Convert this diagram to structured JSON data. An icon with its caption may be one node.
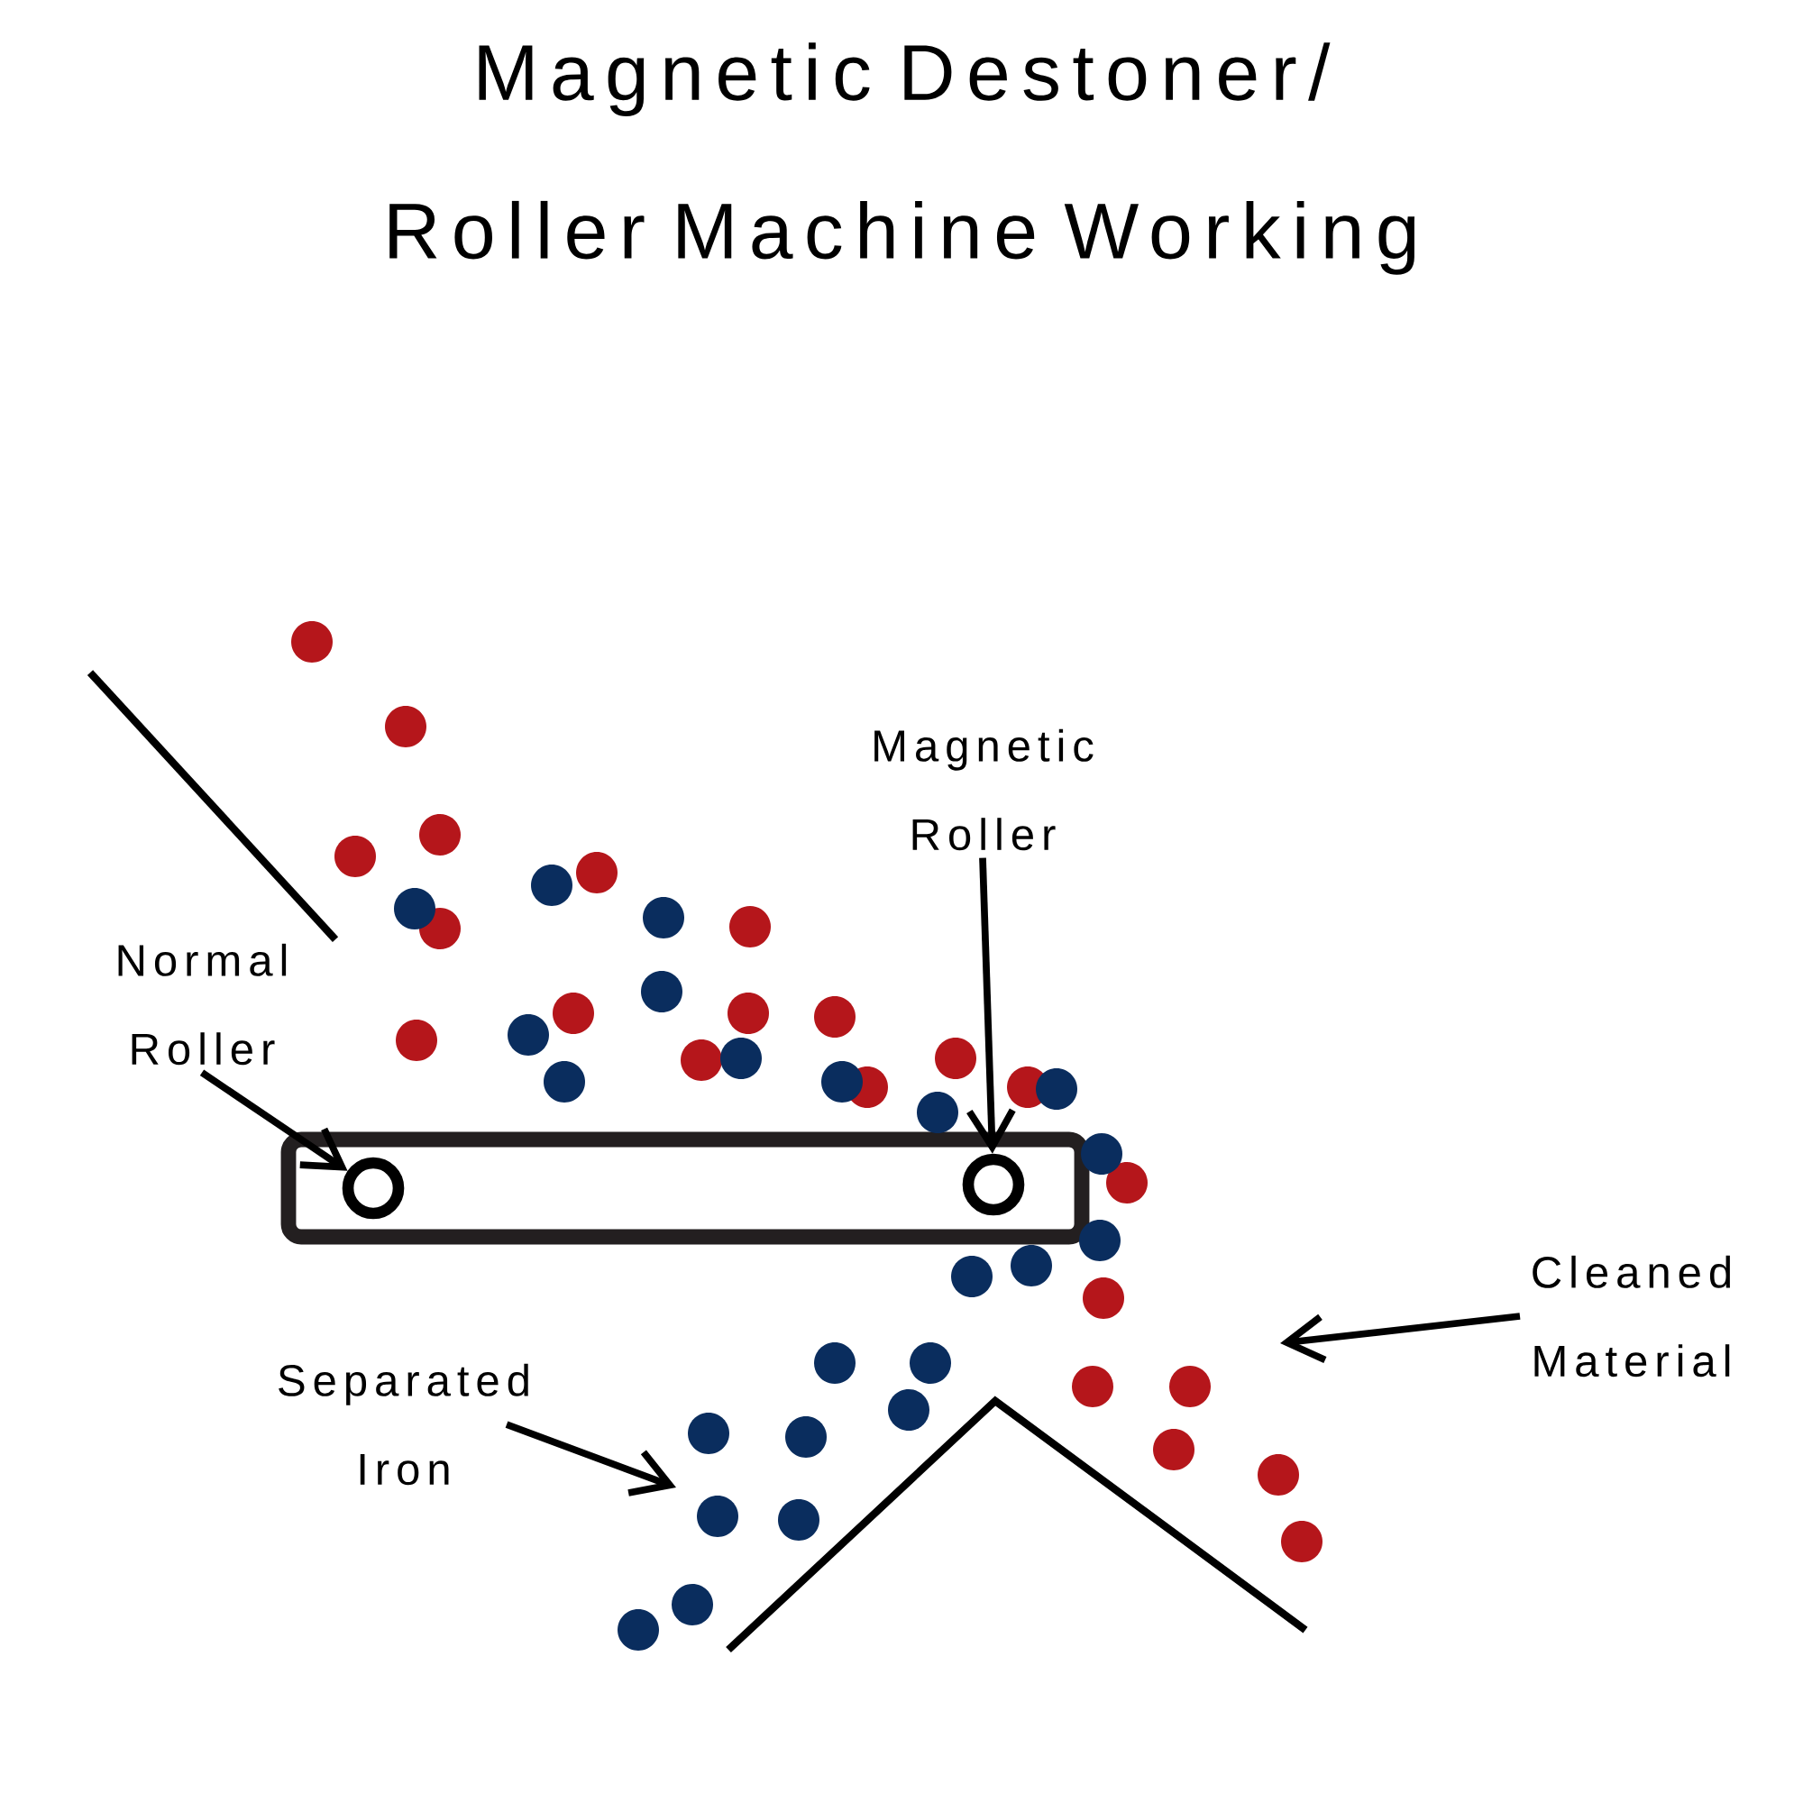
{
  "diagram": {
    "title": "Magnetic Destoner/ Roller Machine Working",
    "nodes": [
      {
        "text": [
          "Normal Roller"
        ]
      },
      {
        "text": [
          "Magnetic Roller"
        ]
      },
      {
        "text": [],
        "shape": "circle"
      },
      {
        "text": [],
        "shape": "circle"
      },
      {
        "text": [
          "Separated Iron"
        ]
      },
      {
        "text": [
          "Cleaned Material"
        ]
      }
    ],
    "edges": [
      {
        "from": 0,
        "to": 2,
        "arrow": "to"
      },
      {
        "from": 1,
        "to": 3,
        "arrow": "to"
      },
      {
        "from": 4,
        "to": null,
        "arrow": "to"
      },
      {
        "from": 5,
        "to": null,
        "arrow": "to"
      }
    ]
  }
}
